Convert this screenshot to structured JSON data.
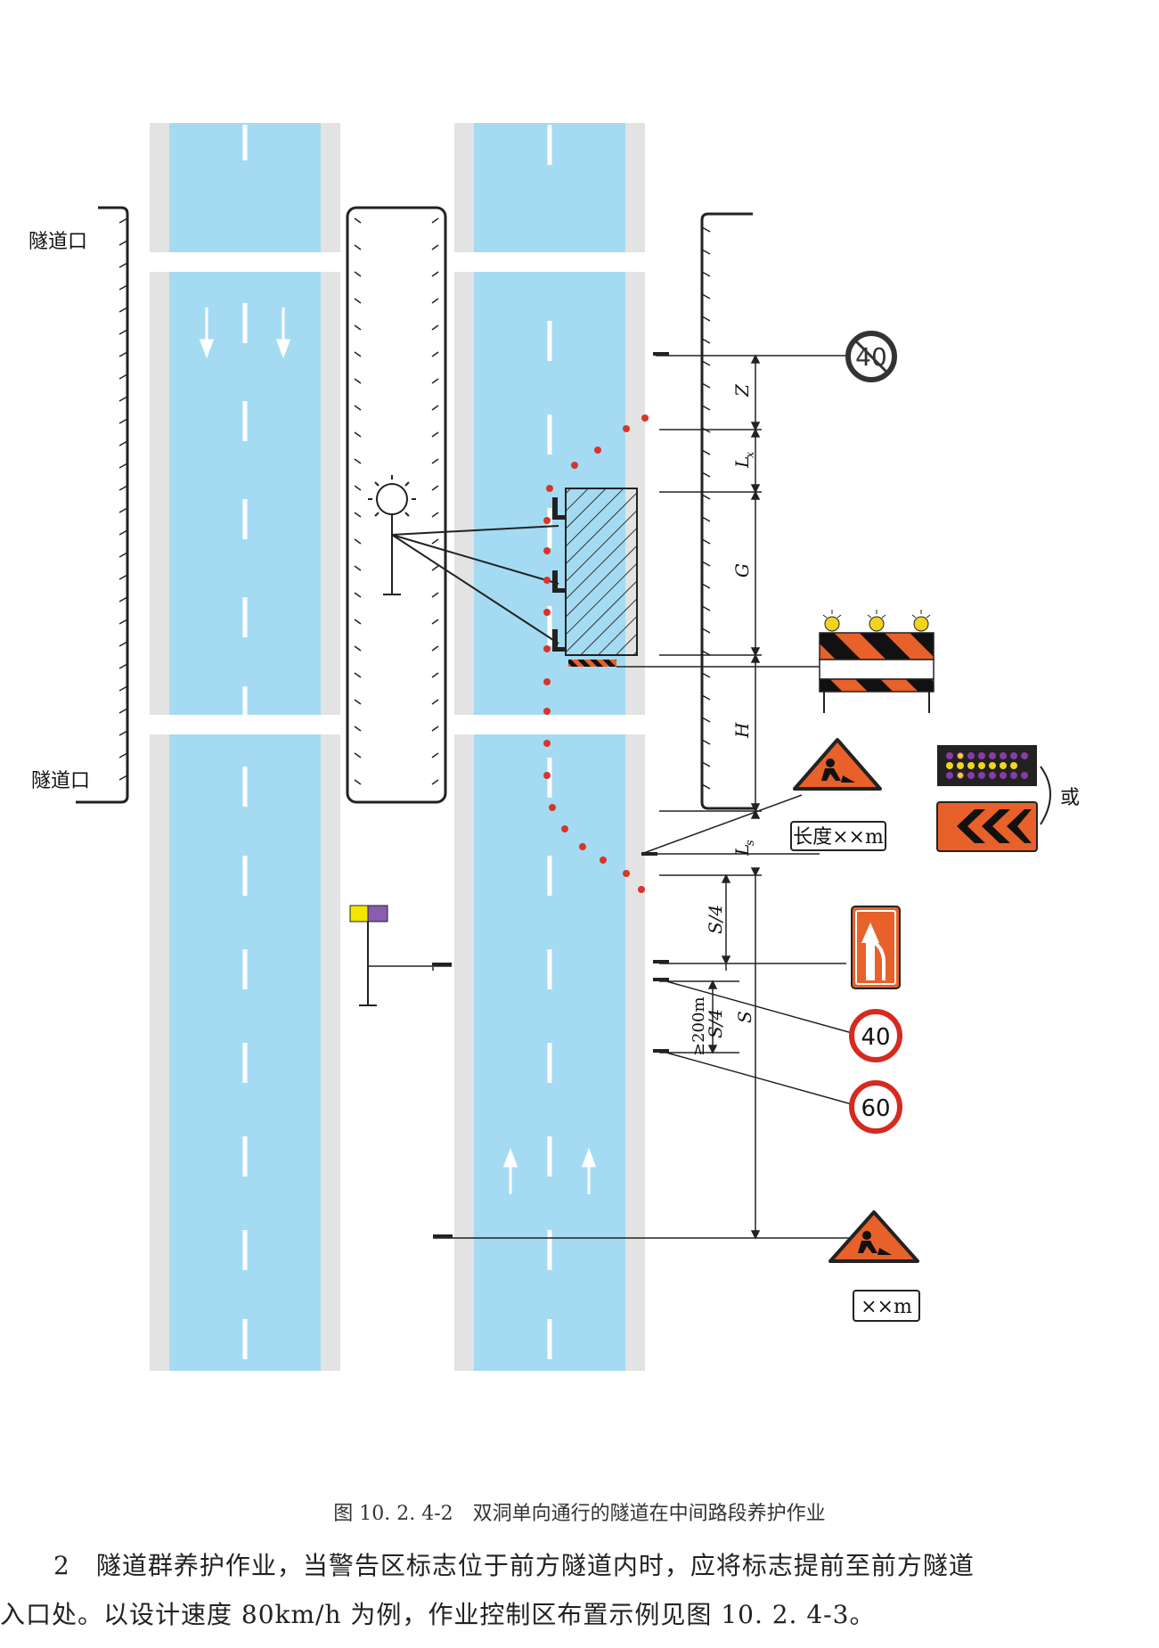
{
  "labels": {
    "tunnel_portal_top": "隧道口",
    "tunnel_portal_bottom": "隧道口",
    "or": "或",
    "length_plate": "长度××m",
    "distance_plate": "××m"
  },
  "dimensions": {
    "z": "Z",
    "lx": "L",
    "lx_sub": "x",
    "g": "G",
    "h": "H",
    "ls": "L",
    "ls_sub": "s",
    "s4_upper": "S/4",
    "s4_lower": "S/4",
    "s": "S",
    "ge200": "≥200m"
  },
  "signs": {
    "speed_limit_end": "40",
    "speed_limit_40": "40",
    "speed_limit_60": "60"
  },
  "colors": {
    "lane": "#a4dbf2",
    "shoulder": "#e3e3e3",
    "cone": "#d9342b",
    "sign_orange": "#e8602a",
    "sign_red": "#d62a20"
  },
  "caption": "图 10. 2. 4-2　双洞单向通行的隧道在中间路段养护作业",
  "paragraph": {
    "line1": "2　隧道群养护作业，当警告区标志位于前方隧道内时，应将标志提前至前方隧道",
    "line2": "入口处。以设计速度 80km/h 为例，作业控制区布置示例见图 10. 2. 4-3。"
  }
}
